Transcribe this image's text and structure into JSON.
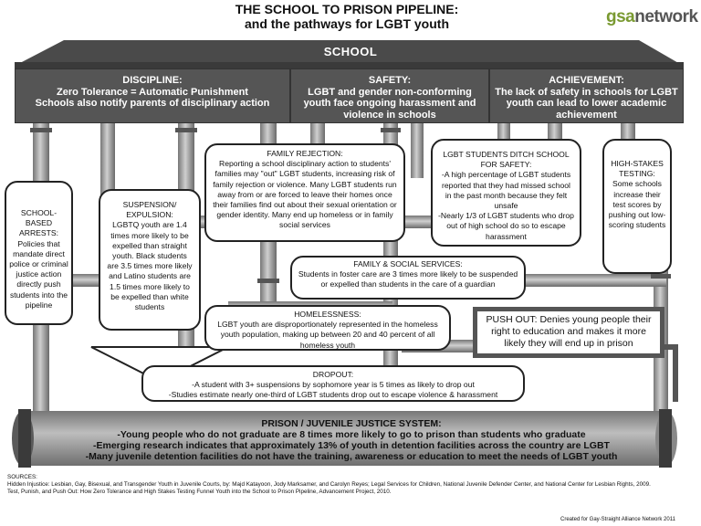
{
  "title": {
    "line1": "THE SCHOOL TO PRISON PIPELINE:",
    "line2": "and the pathways for LGBT youth"
  },
  "logo": {
    "part1": "gsa",
    "part2": "network"
  },
  "roof": {
    "label": "SCHOOL"
  },
  "headers": {
    "discipline": {
      "title": "DISCIPLINE:",
      "line1": "Zero Tolerance = Automatic Punishment",
      "line2": "Schools also notify parents of disciplinary action"
    },
    "safety": {
      "title": "SAFETY:",
      "line1": "LGBT and gender non-conforming",
      "line2": "youth face ongoing harassment and",
      "line3": "violence in schools"
    },
    "achievement": {
      "title": "ACHIEVEMENT:",
      "line1": "The lack of safety in schools for LGBT",
      "line2": "youth can lead to lower academic",
      "line3": "achievement"
    }
  },
  "boxes": {
    "school_arrests": {
      "title": "SCHOOL-BASED ARRESTS:",
      "body": "Policies that mandate direct police or criminal justice action directly push students into the pipeline"
    },
    "suspension": {
      "title": "SUSPENSION/ EXPULSION:",
      "body": "LGBTQ youth are 1.4 times more likely to be expelled than straight youth. Black students are 3.5 times more likely and Latino students are 1.5 times more likely to be expelled than white students"
    },
    "family_rejection": {
      "title": "FAMILY REJECTION:",
      "body": "Reporting a school disciplinary action to students' families may \"out\" LGBT students, increasing risk of family rejection or violence. Many LGBT students run away from or are forced to leave their homes once their families find out about their sexual orientation or gender identity. Many end up homeless or in family social services"
    },
    "ditch": {
      "title": "LGBT STUDENTS DITCH SCHOOL FOR SAFETY:",
      "body1": "-A high percentage of LGBT students reported that they had missed school in the past month because they felt unsafe",
      "body2": "-Nearly 1/3 of LGBT students who drop out of high school do so to escape harassment"
    },
    "testing": {
      "title": "HIGH-STAKES TESTING:",
      "body": "Some schools increase their test scores by pushing out low-scoring students"
    },
    "family_social": {
      "title": "FAMILY & SOCIAL SERVICES:",
      "body": "Students in foster care are 3 times more likely to be suspended or expelled than students in the care of a guardian"
    },
    "homelessness": {
      "title": "HOMELESSNESS:",
      "body": "LGBT youth are disproportionately represented in the homeless youth population, making up between 20 and 40 percent of all homeless youth"
    },
    "push_out": {
      "title": "PUSH OUT:",
      "body": "Denies young people their right to education and makes it more likely they will end up in prison"
    },
    "dropout": {
      "title": "DROPOUT:",
      "line1": "-A student with 3+ suspensions by sophomore year is 5 times as likely to drop out",
      "line2": "-Studies estimate nearly one-third of LGBT students drop out to escape violence & harassment"
    }
  },
  "prison": {
    "title": "PRISON / JUVENILE JUSTICE SYSTEM:",
    "line1": "-Young people who do not graduate are 8 times more likely to go to prison than students who graduate",
    "line2": "-Emerging research indicates that approximately 13% of youth in detention facilities across the country are LGBT",
    "line3": "-Many juvenile detention facilities do not have the training, awareness or education to meet the needs of LGBT youth"
  },
  "sources": {
    "heading": "SOURCES:",
    "line1": "Hidden Injustice: Lesbian, Gay, Bisexual, and Transgender Youth in Juvenile Courts, by: Majd Katayoon, Jody Marksamer, and Carolyn Reyes; Legal Services for Children, National Juvenile Defender Center, and National Center for Lesbian Rights, 2009.",
    "line2": "Test, Punish, and Push Out: How Zero Tolerance and High Stakes Testing Funnel Youth into the School to Prison Pipeline, Advancement Project, 2010."
  },
  "credit": "Created for Gay-Straight Alliance Network 2011",
  "colors": {
    "pipe": "#8c8c8c",
    "pipe_dark": "#555555",
    "header_bg": "#555555",
    "logo_green": "#7a9a32"
  }
}
